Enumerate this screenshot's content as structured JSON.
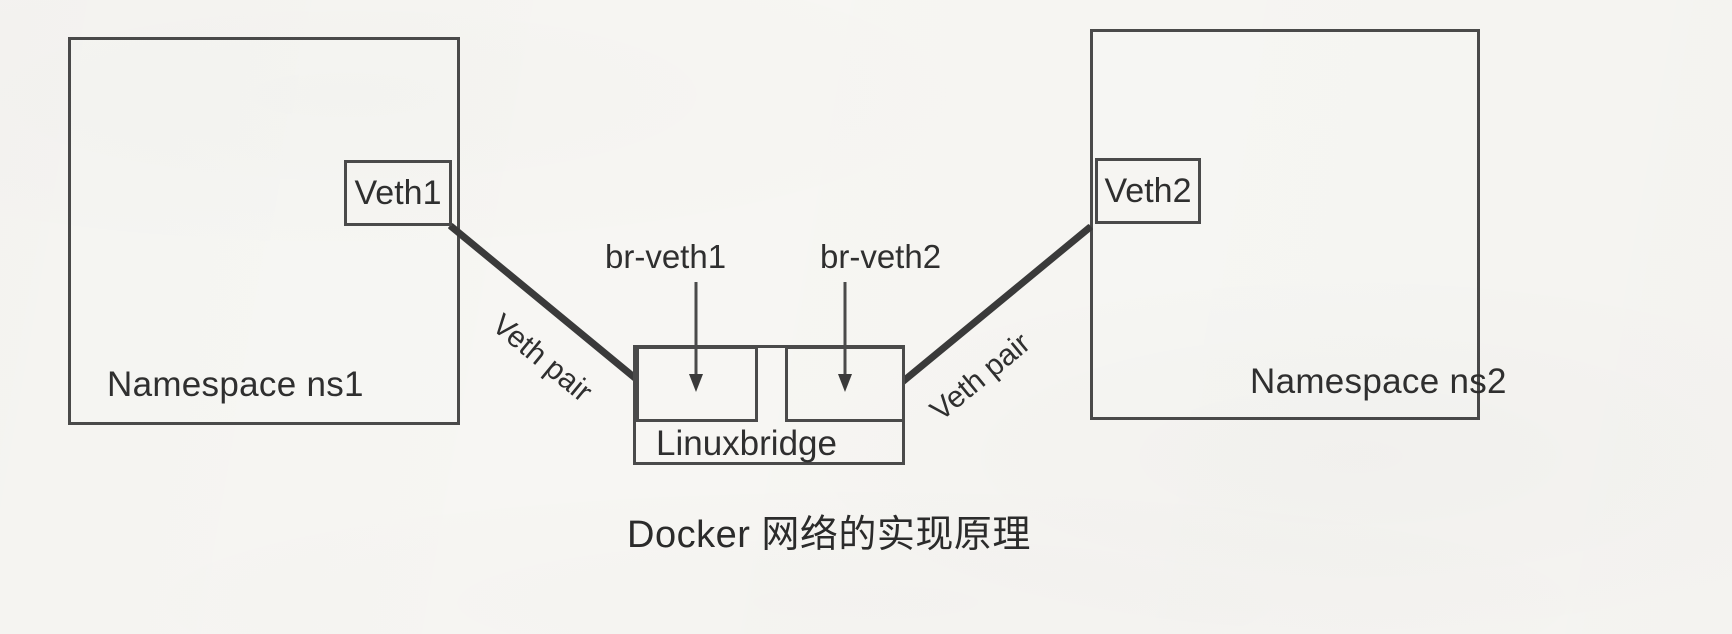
{
  "diagram": {
    "caption": "Docker 网络的实现原理",
    "namespaces": [
      {
        "label": "Namespace ns1"
      },
      {
        "label": "Namespace ns2"
      }
    ],
    "veth_endpoints": [
      {
        "label": "Veth1"
      },
      {
        "label": "Veth2"
      }
    ],
    "bridge": {
      "label": "Linuxbridge",
      "ports": [
        {
          "label": "br-veth1"
        },
        {
          "label": "br-veth2"
        }
      ]
    },
    "connections": [
      {
        "label": "Veth pair"
      },
      {
        "label": "Veth pair"
      }
    ],
    "colors": {
      "background": "#f7f6f3",
      "stroke": "#4a4a4a",
      "line": "#3a3a3a",
      "text": "#2f2f2f"
    }
  }
}
